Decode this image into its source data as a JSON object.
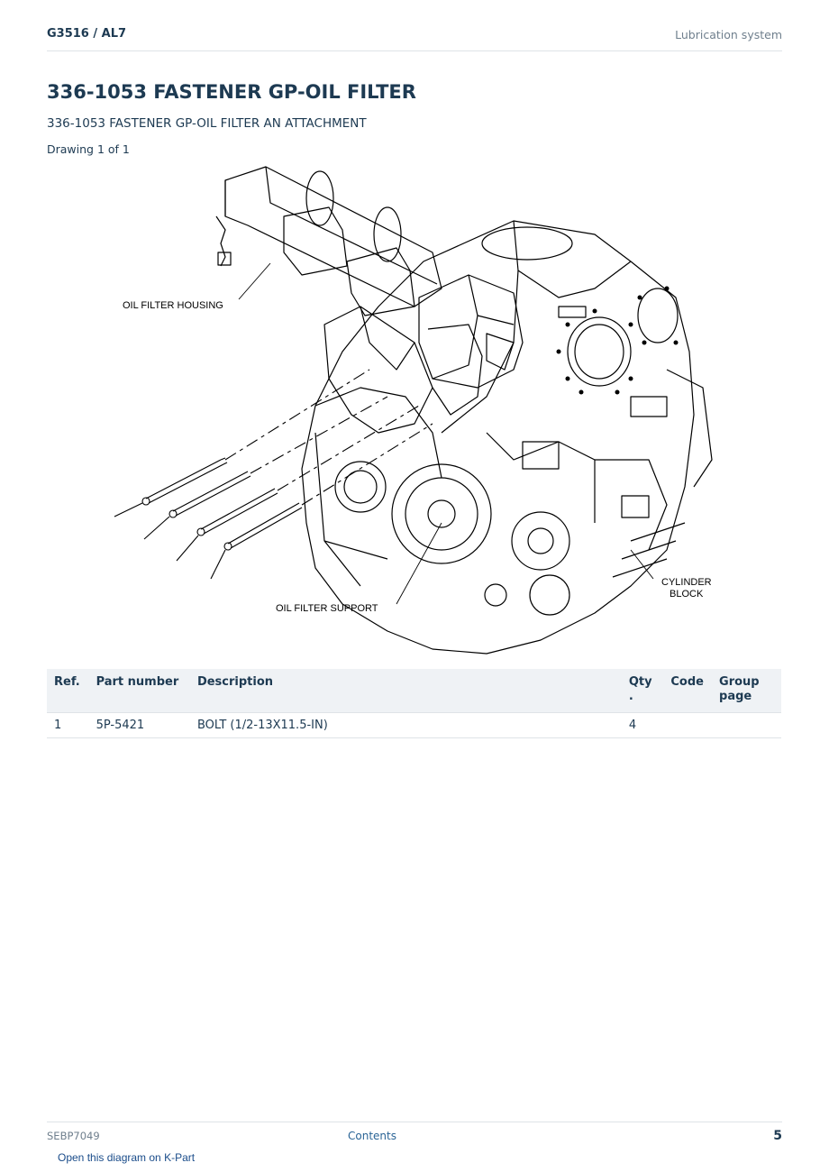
{
  "header": {
    "model": "G3516  /  AL7",
    "section": "Lubrication system"
  },
  "title": "336-1053 FASTENER GP-OIL FILTER",
  "subtitle": "336-1053 FASTENER GP-OIL FILTER AN ATTACHMENT",
  "drawing_label": "Drawing 1 of 1",
  "drawing": {
    "callouts": {
      "housing": "OIL FILTER HOUSING",
      "support": "OIL FILTER SUPPORT",
      "block_line1": "CYLINDER",
      "block_line2": "BLOCK"
    }
  },
  "table": {
    "headers": {
      "ref": "Ref.",
      "part_number": "Part number",
      "description": "Description",
      "qty_line1": "Qty",
      "qty_line2": ".",
      "code": "Code",
      "group_line1": "Group",
      "group_line2": "page"
    },
    "rows": [
      {
        "ref": "1",
        "part_number": "5P-5421",
        "description": "BOLT (1/2-13X11.5-IN)",
        "qty": "4",
        "code": "",
        "group_page": ""
      }
    ]
  },
  "footer": {
    "doc_id": "SEBP7049",
    "contents": "Contents",
    "page": "5",
    "kpart_link": "Open this diagram on K-Part"
  }
}
